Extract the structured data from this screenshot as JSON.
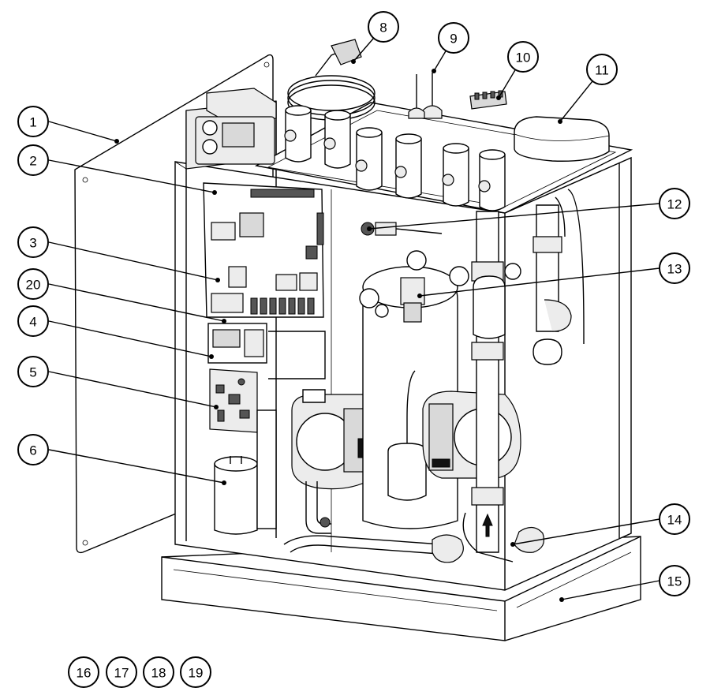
{
  "diagram": {
    "callouts": [
      {
        "id": "1",
        "label": "1"
      },
      {
        "id": "2",
        "label": "2"
      },
      {
        "id": "3",
        "label": "3"
      },
      {
        "id": "20",
        "label": "20"
      },
      {
        "id": "4",
        "label": "4"
      },
      {
        "id": "5",
        "label": "5"
      },
      {
        "id": "6",
        "label": "6"
      },
      {
        "id": "8",
        "label": "8"
      },
      {
        "id": "9",
        "label": "9"
      },
      {
        "id": "10",
        "label": "10"
      },
      {
        "id": "11",
        "label": "11"
      },
      {
        "id": "12",
        "label": "12"
      },
      {
        "id": "13",
        "label": "13"
      },
      {
        "id": "14",
        "label": "14"
      },
      {
        "id": "15",
        "label": "15"
      },
      {
        "id": "16",
        "label": "16"
      },
      {
        "id": "17",
        "label": "17"
      },
      {
        "id": "18",
        "label": "18"
      },
      {
        "id": "19",
        "label": "19"
      }
    ]
  }
}
